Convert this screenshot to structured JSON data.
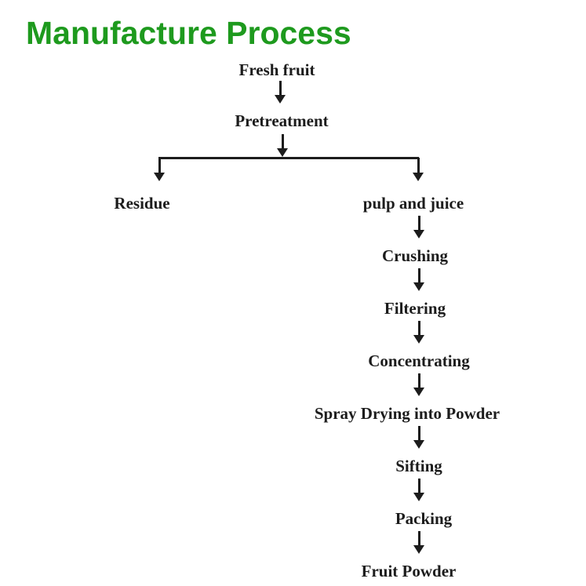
{
  "title": "Manufacture Process",
  "colors": {
    "title_green": "#1e9a1e",
    "text_black": "#1c1c1c"
  },
  "flowchart": {
    "nodes": {
      "fresh_fruit": "Fresh fruit",
      "pretreatment": "Pretreatment",
      "residue": "Residue",
      "pulp_and_juice": "pulp and juice",
      "crushing": "Crushing",
      "filtering": "Filtering",
      "concentrating": "Concentrating",
      "spray_drying": "Spray Drying into Powder",
      "sifting": "Sifting",
      "packing": "Packing",
      "fruit_powder": "Fruit Powder"
    },
    "structure": {
      "root": "fresh_fruit",
      "flow": "fresh_fruit > pretreatment > (residue | pulp_and_juice)",
      "left_branch": [
        "residue"
      ],
      "right_branch": [
        "pulp_and_juice",
        "crushing",
        "filtering",
        "concentrating",
        "spray_drying",
        "sifting",
        "packing",
        "fruit_powder"
      ]
    }
  }
}
